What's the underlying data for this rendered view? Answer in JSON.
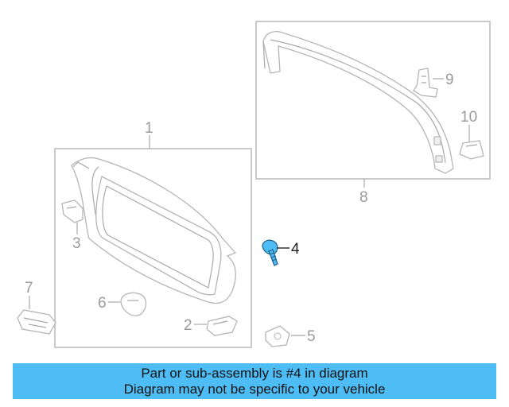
{
  "callouts": {
    "c1": "1",
    "c2": "2",
    "c3": "3",
    "c4": "4",
    "c5": "5",
    "c6": "6",
    "c7": "7",
    "c8": "8",
    "c9": "9",
    "c10": "10"
  },
  "highlight_color": "#4fbdf5",
  "banner": {
    "line1": "Part or sub-assembly is #4 in diagram",
    "line2": "Diagram may not be specific to your vehicle"
  }
}
